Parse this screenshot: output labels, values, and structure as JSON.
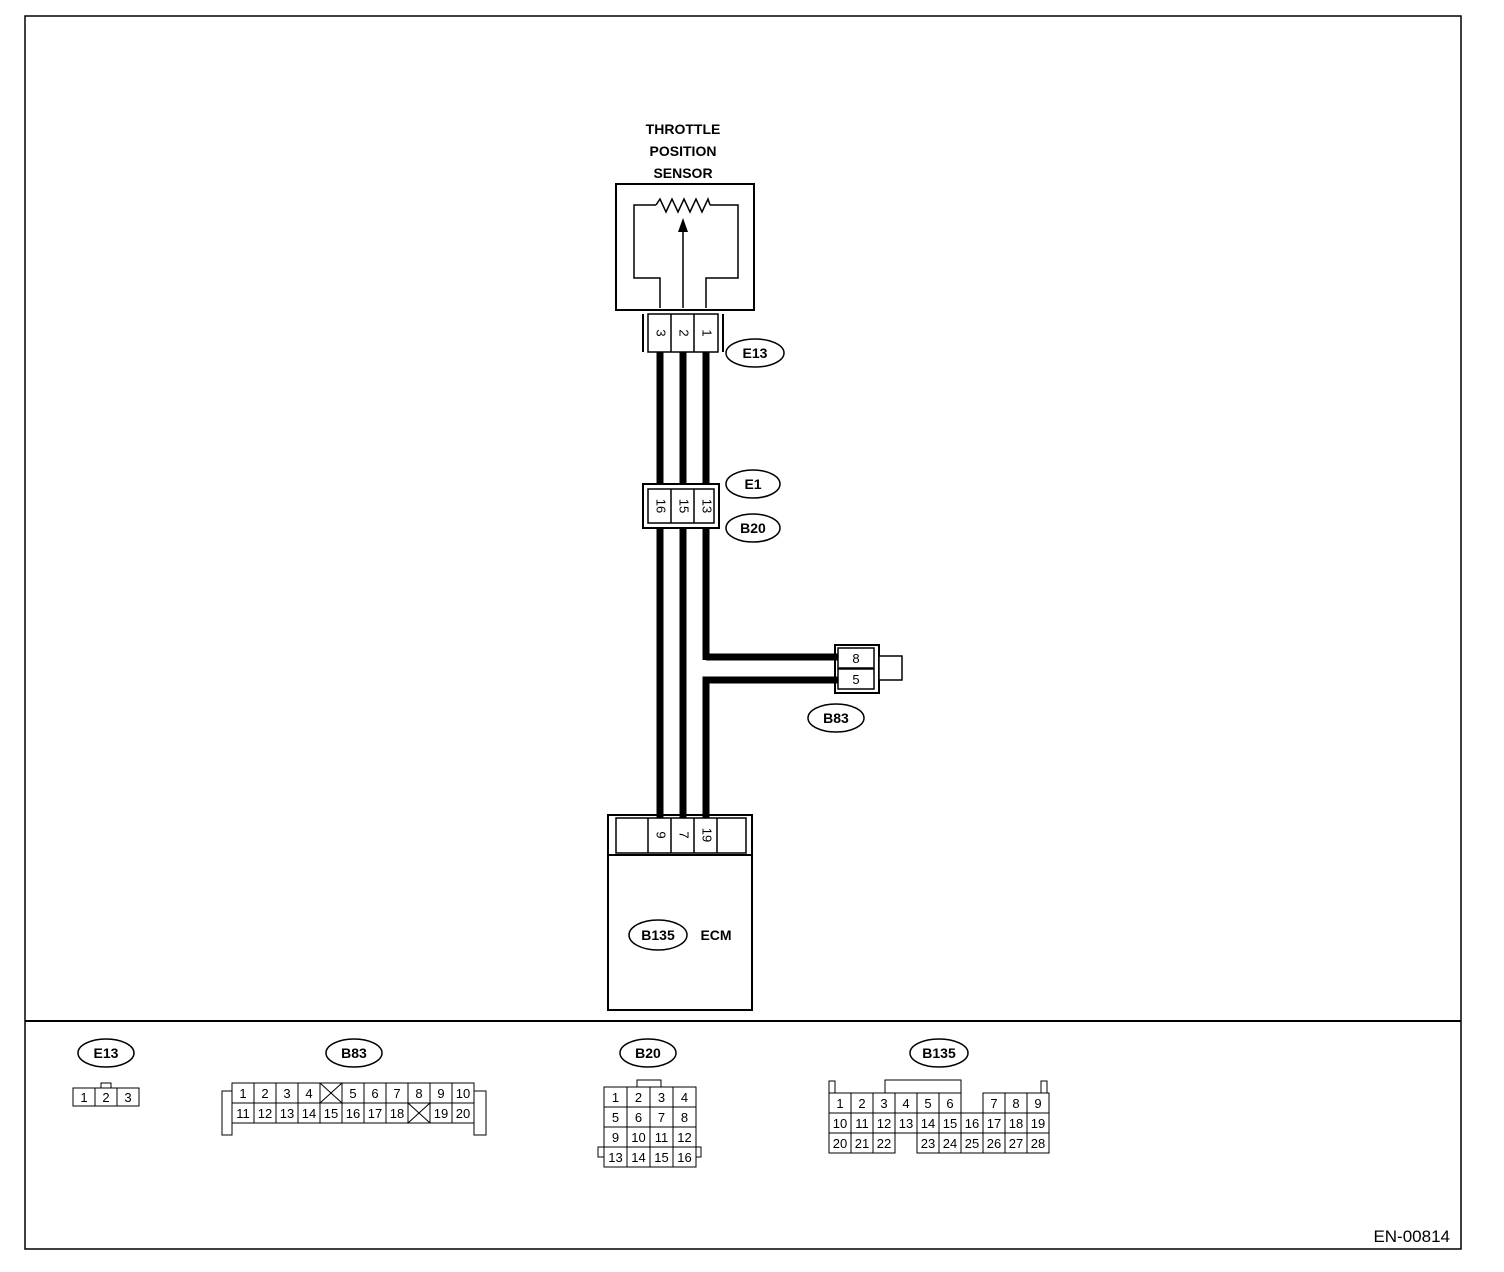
{
  "sensor": {
    "title_lines": [
      "THROTTLE",
      "POSITION",
      "SENSOR"
    ],
    "connector": "E13",
    "pins": [
      "3",
      "2",
      "1"
    ]
  },
  "joint": {
    "connector_top": "E1",
    "connector_bottom": "B20",
    "pins": [
      "16",
      "15",
      "13"
    ]
  },
  "side_connector": {
    "connector": "B83",
    "pins": [
      "8",
      "5"
    ]
  },
  "ecm": {
    "label": "ECM",
    "connector": "B135",
    "pins": [
      "9",
      "7",
      "19"
    ]
  },
  "pinouts": {
    "e13": {
      "label": "E13",
      "rows": [
        [
          "1",
          "2",
          "3"
        ]
      ]
    },
    "b83": {
      "label": "B83",
      "rows": [
        [
          "1",
          "2",
          "3",
          "4",
          "",
          "5",
          "6",
          "7",
          "8",
          "9",
          "10"
        ],
        [
          "11",
          "12",
          "13",
          "14",
          "15",
          "16",
          "17",
          "18",
          "",
          "19",
          "20"
        ]
      ]
    },
    "b20": {
      "label": "B20",
      "rows": [
        [
          "1",
          "2",
          "3",
          "4"
        ],
        [
          "5",
          "6",
          "7",
          "8"
        ],
        [
          "9",
          "10",
          "11",
          "12"
        ],
        [
          "13",
          "14",
          "15",
          "16"
        ]
      ]
    },
    "b135": {
      "label": "B135",
      "rows": [
        [
          "1",
          "2",
          "3",
          "4",
          "5",
          "6",
          "",
          "7",
          "8",
          "9"
        ],
        [
          "10",
          "11",
          "12",
          "13",
          "14",
          "15",
          "16",
          "17",
          "18",
          "19"
        ],
        [
          "20",
          "21",
          "22",
          "",
          "23",
          "24",
          "25",
          "26",
          "27",
          "28"
        ]
      ]
    }
  },
  "figure_id": "EN-00814"
}
